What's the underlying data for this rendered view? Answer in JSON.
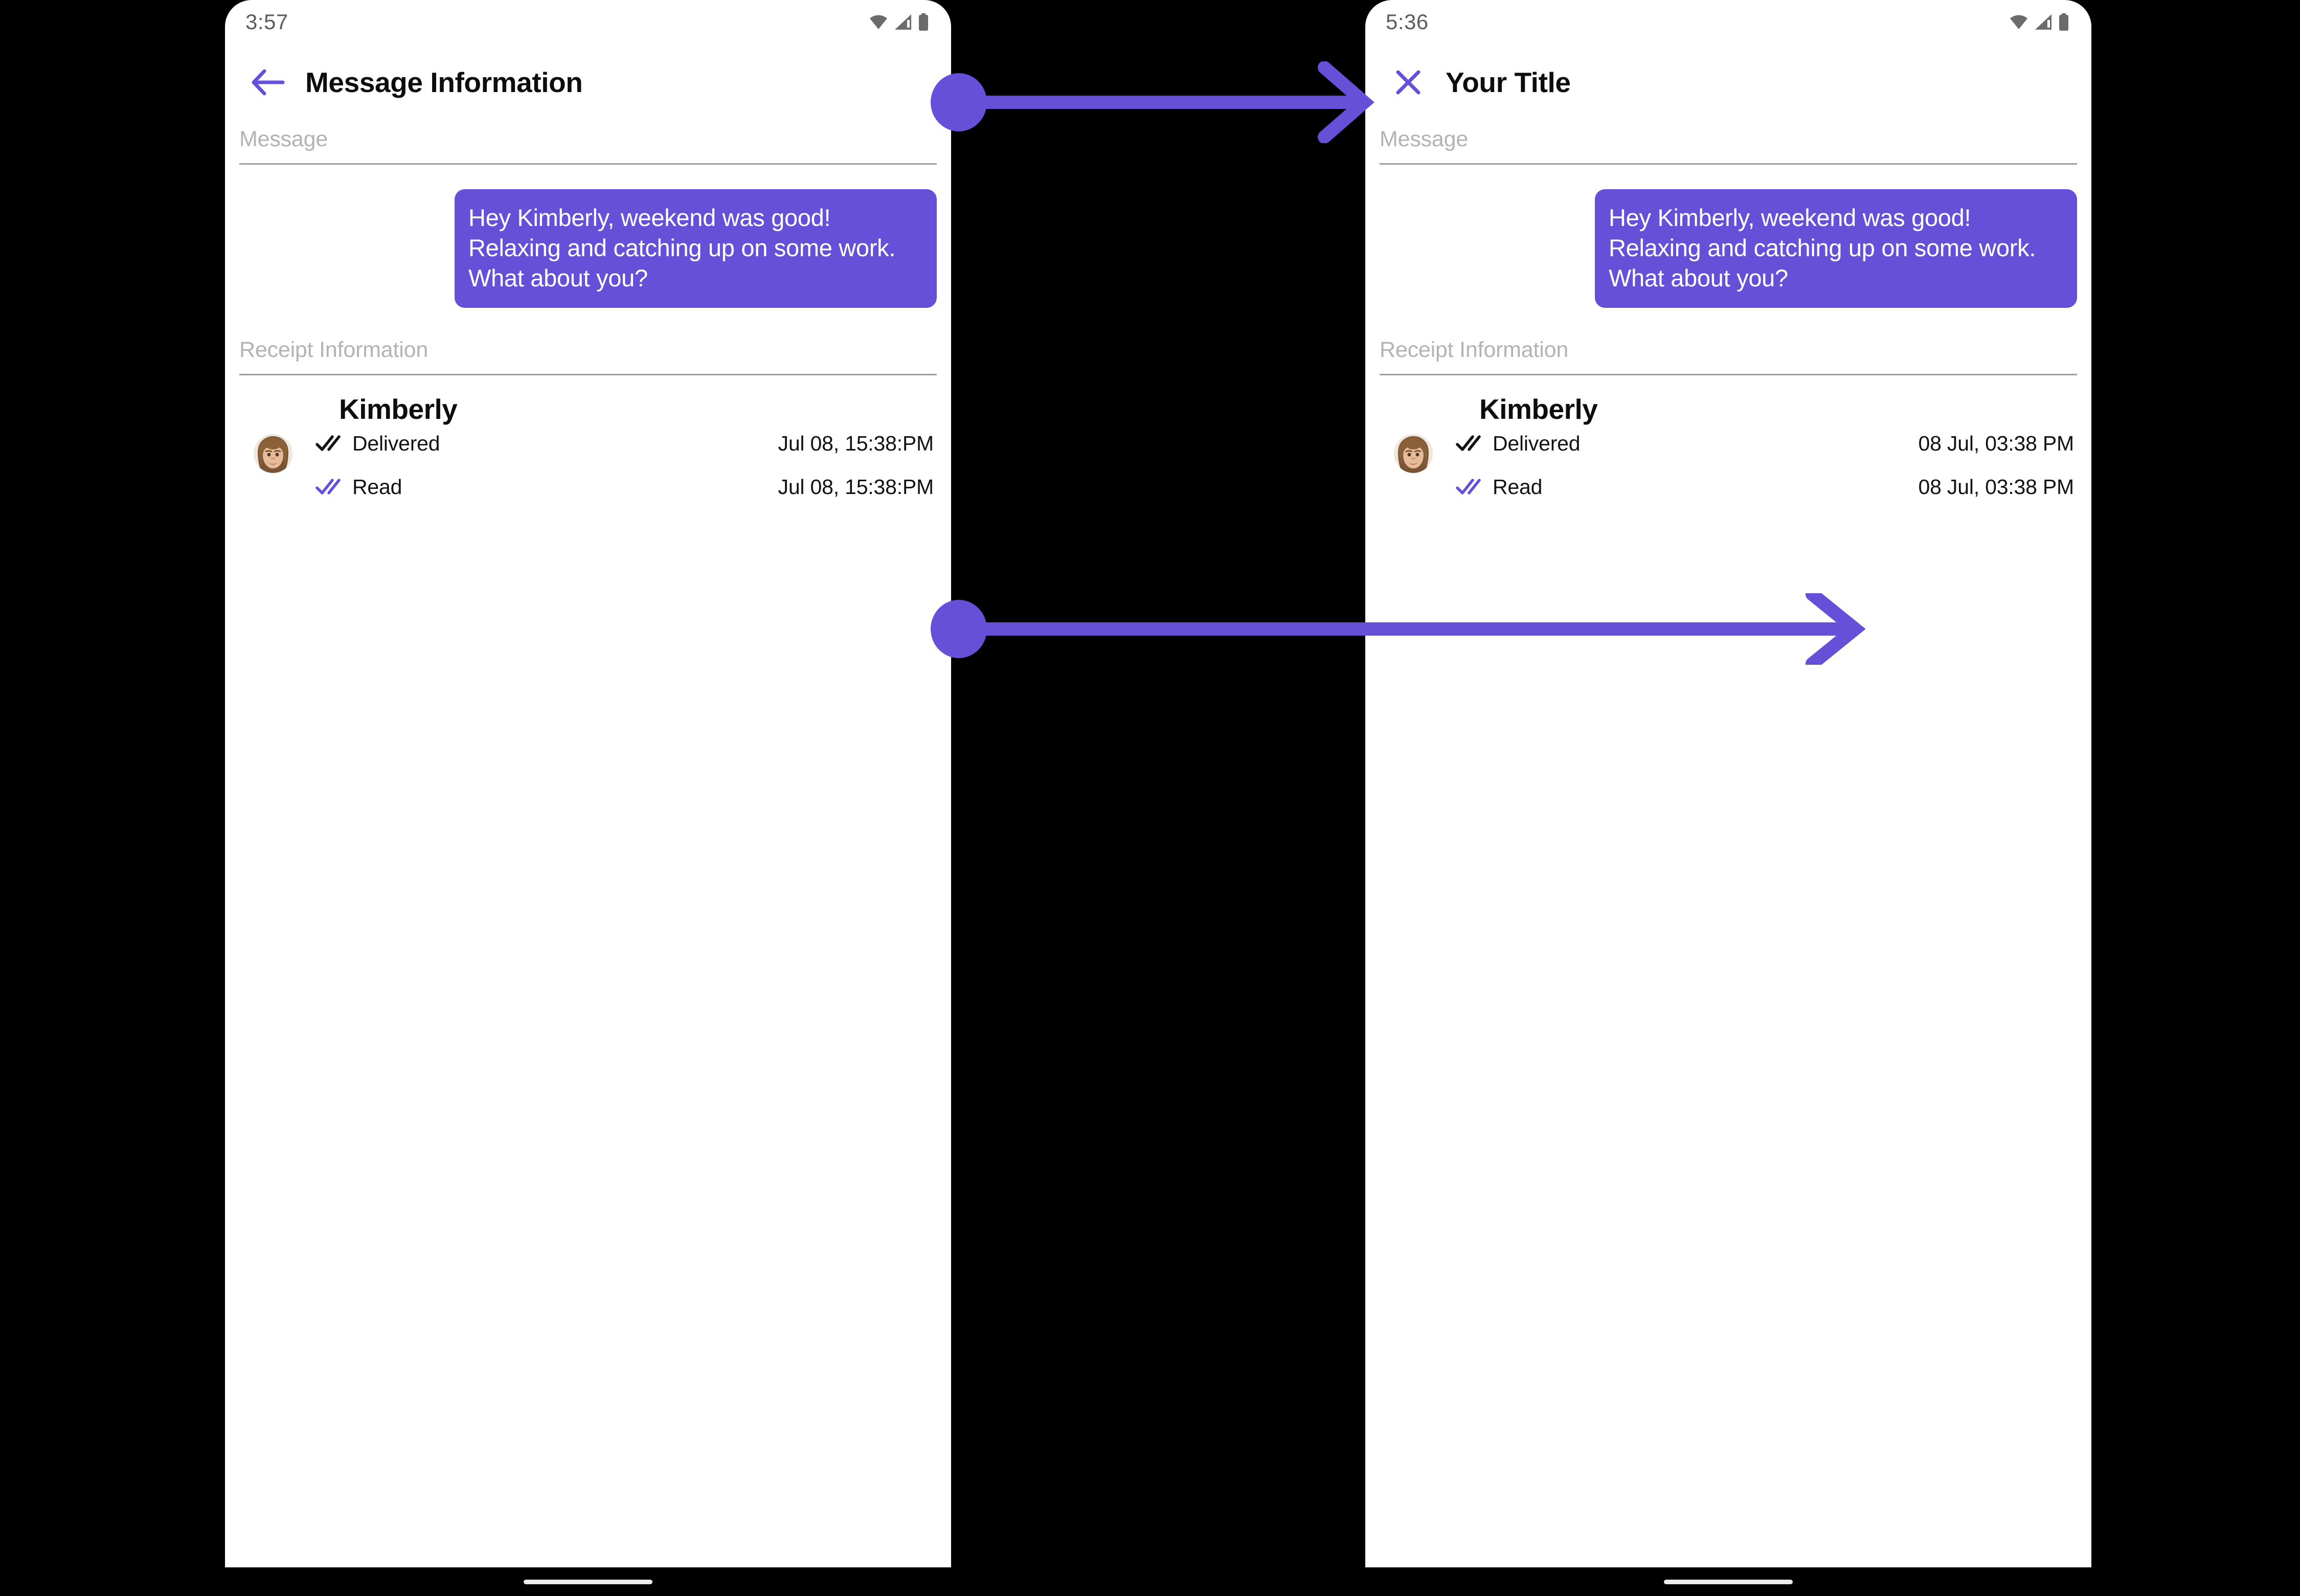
{
  "accent_color": "#6750D8",
  "screens": [
    {
      "id": "left",
      "status_bar": {
        "time": "3:57"
      },
      "app_bar": {
        "nav_icon": "back-arrow-icon",
        "title": "Message Information"
      },
      "message_section": {
        "label": "Message",
        "bubble_text": "Hey Kimberly, weekend was good!  Relaxing and catching up on some work.  What about you?"
      },
      "receipt_section": {
        "label": "Receipt Information",
        "contact_name": "Kimberly",
        "avatar": "contact-photo-kimberly",
        "rows": [
          {
            "icon": "double-check-icon",
            "icon_color": "#121212",
            "status": "Delivered",
            "time": "Jul 08, 15:38:PM"
          },
          {
            "icon": "double-check-icon",
            "icon_color": "#6750D8",
            "status": "Read",
            "time": "Jul 08, 15:38:PM"
          }
        ]
      }
    },
    {
      "id": "right",
      "status_bar": {
        "time": "5:36"
      },
      "app_bar": {
        "nav_icon": "close-x-icon",
        "title": "Your Title"
      },
      "message_section": {
        "label": "Message",
        "bubble_text": "Hey Kimberly, weekend was good!  Relaxing and catching up on some work.  What about you?"
      },
      "receipt_section": {
        "label": "Receipt Information",
        "contact_name": "Kimberly",
        "avatar": "contact-photo-kimberly",
        "rows": [
          {
            "icon": "double-check-icon",
            "icon_color": "#121212",
            "status": "Delivered",
            "time": "08 Jul, 03:38 PM"
          },
          {
            "icon": "double-check-icon",
            "icon_color": "#6750D8",
            "status": "Read",
            "time": "08 Jul, 03:38 PM"
          }
        ]
      }
    }
  ],
  "annotations": [
    {
      "id": "top",
      "name": "annotation-arrow-title",
      "color": "#6750D8"
    },
    {
      "id": "bottom",
      "name": "annotation-arrow-timestamp",
      "color": "#6750D8"
    }
  ]
}
